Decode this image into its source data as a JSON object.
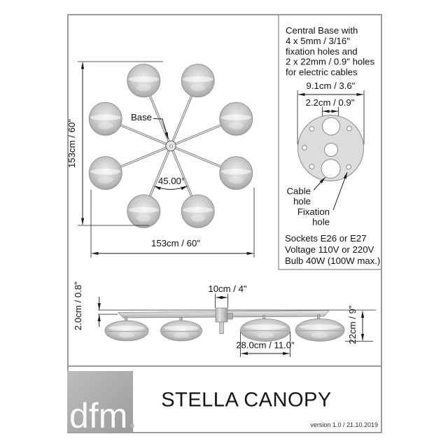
{
  "colors": {
    "frame": "#9a9a9a",
    "drawing_line": "#1c1c1c",
    "globe_light": "#ededed",
    "globe_dark": "#909090",
    "plate_fill": "#dcdcdc",
    "logo_square": "#ababab",
    "text": "#121212"
  },
  "top_view": {
    "base_label": "Base",
    "angle_label": "45.00°",
    "dim_vertical": "153cm / 60\"",
    "dim_horizontal": "153cm / 60\""
  },
  "detail_panel": {
    "heading_lines": [
      "Central Base with",
      "4 x 5mm / 3/16\"",
      "fixation holes and",
      "2 x 22mm / 0.9\" holes",
      "for electric cables"
    ],
    "dim_outer": "9.1cm / 3.6\"",
    "dim_hole": "2.2cm / 0.9\"",
    "cable_label": [
      "Cable",
      "hole"
    ],
    "fixation_label": [
      "Fixation",
      "hole"
    ],
    "specs": [
      "Sockets E26 or E27",
      "Voltage 110V or 220V",
      "Bulb 40W (100W max.)"
    ]
  },
  "side_view": {
    "dim_center_width": "10cm / 4\"",
    "dim_thickness": "2.0cm / 0.8\"",
    "dim_globe_width": "28.0cm / 11.0\"",
    "dim_height": "22cm / 9\""
  },
  "title_block": {
    "logo": "dfm",
    "logo_dot": ".",
    "title": "STELLA CANOPY",
    "version": "version 1.0 / 21.10.2019"
  }
}
